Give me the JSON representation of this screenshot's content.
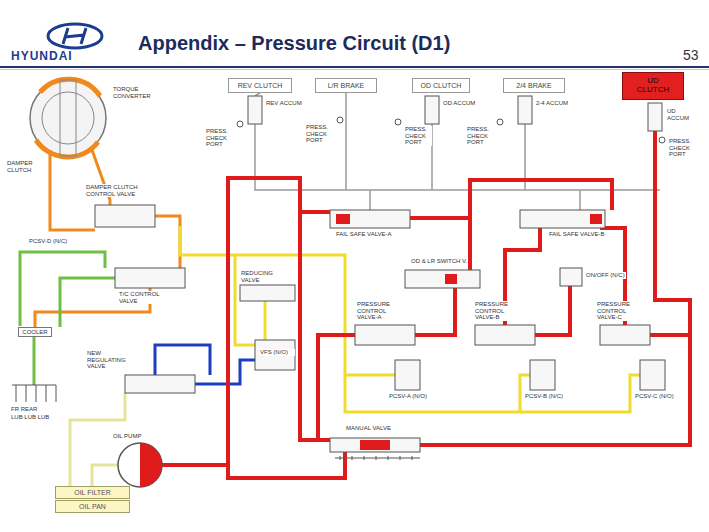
{
  "diagram": {
    "title": "Appendix – Pressure Circuit (D1)",
    "nodes": [
      {
        "text": [
          "REV CLUTCH"
        ]
      },
      {
        "text": [
          "L/R BRAKE"
        ]
      },
      {
        "text": [
          "OD CLUTCH"
        ]
      },
      {
        "text": [
          "2/4 BRAKE"
        ]
      },
      {
        "text": [
          "UD CLUTCH"
        ]
      },
      {
        "text": [
          "COOLER"
        ]
      },
      {
        "text": [
          "OIL FILTER"
        ]
      },
      {
        "text": [
          "OIL PAN"
        ]
      }
    ],
    "labels": [
      "HYUNDAI",
      "53",
      "TORQUE CONVERTER",
      "DAMPER CLUTCH",
      "DAMPER CLUTCH CONTROL VALVE",
      "T/C CONTROL VALVE",
      "REDUCING VALVE",
      "NEW REGULATING VALVE",
      "VFS (N/O)",
      "FAIL SAFE VALVE-A",
      "FAIL SAFE VALVE-B",
      "OD & LR SWITCH V.",
      "PRESSURE CONTROL VALVE-A",
      "PRESSURE CONTROL VALVE-B",
      "PRESSURE CONTROL VALVE-C",
      "PCSV-A (N/O)",
      "PCSV-B (N/C)",
      "PCSV-C (N/O)",
      "ON/OFF (N/C)",
      "PCSV-D (N/C)",
      "MANUAL VALVE",
      "OIL PUMP",
      "REV ACCUM",
      "OD ACCUM",
      "2-4 ACCUM",
      "UD ACCUM",
      "PRESS. CHECK PORT",
      "PRESS. CHECK PORT",
      "PRESS. CHECK PORT",
      "PRESS. CHECK PORT",
      "PRESS. CHECK PORT",
      "FR REAR",
      "LUB LUB LUB"
    ]
  }
}
